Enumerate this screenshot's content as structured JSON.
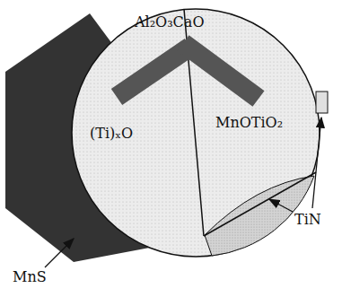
{
  "diagram": {
    "labels": [
      "Al₂O₃CaO",
      "(Ti)ₓO",
      "MnOTiO₂",
      "MnS",
      "TiN"
    ]
  }
}
